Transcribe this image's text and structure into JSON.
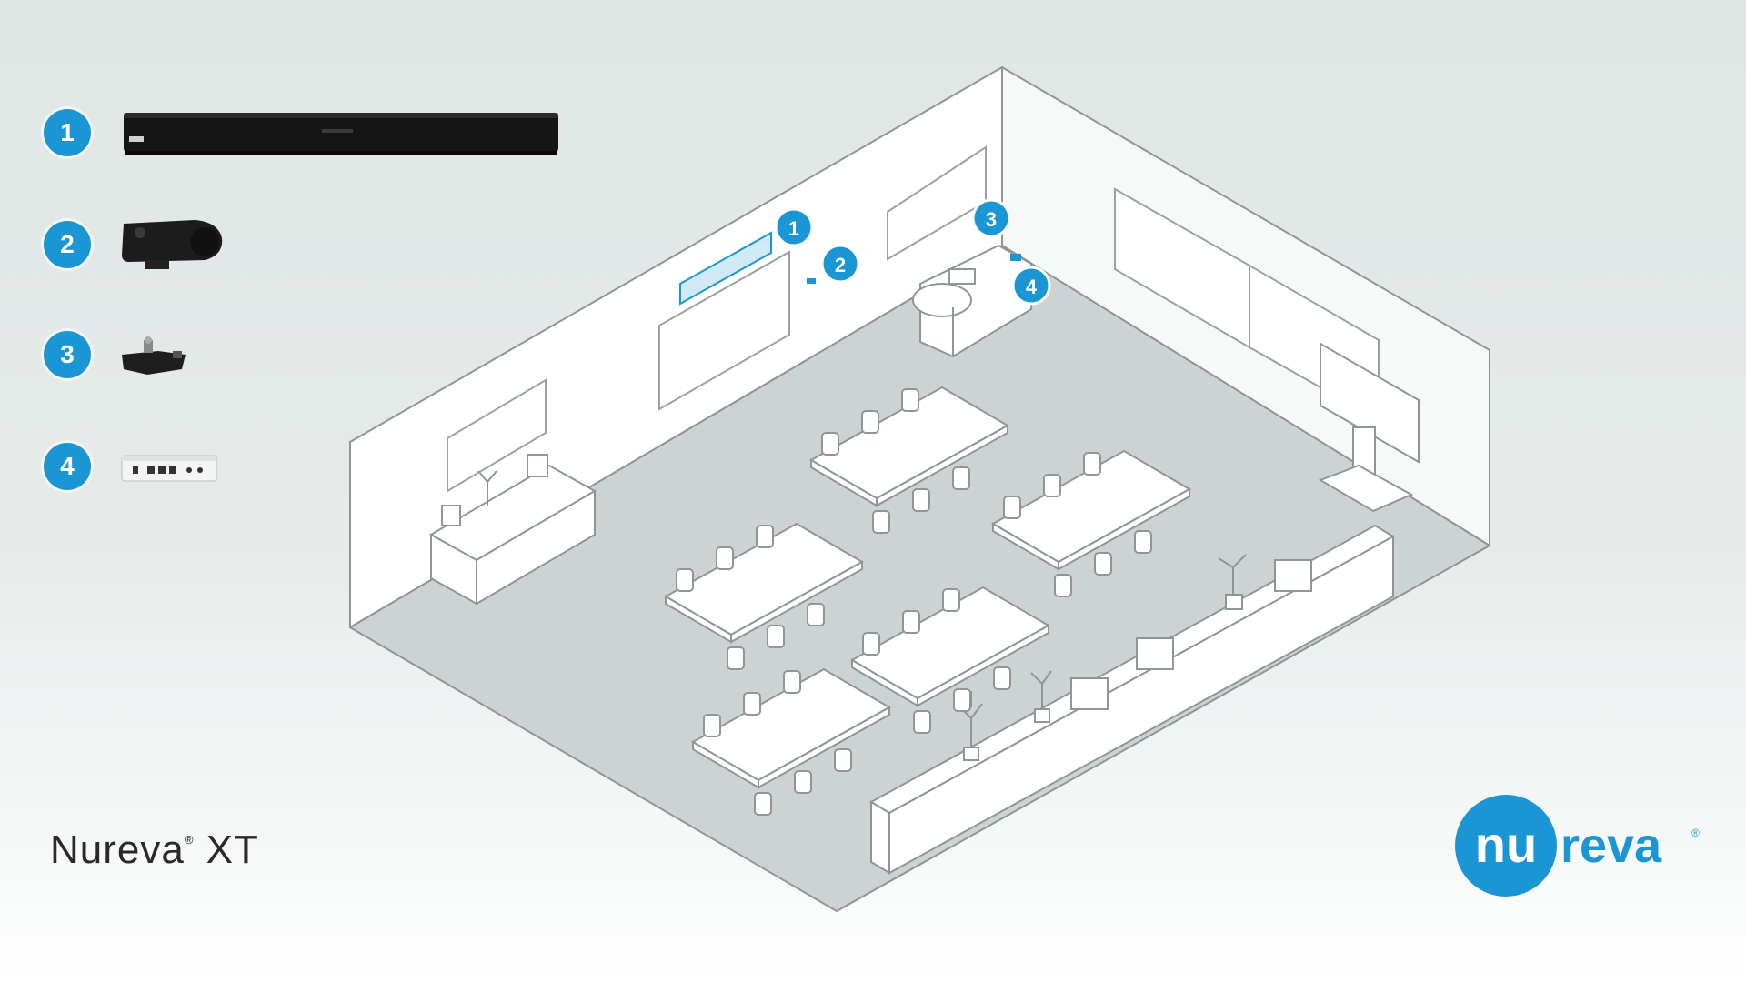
{
  "legend": [
    {
      "number": "1",
      "device": "audio-bar"
    },
    {
      "number": "2",
      "device": "camera"
    },
    {
      "number": "3",
      "device": "mount"
    },
    {
      "number": "4",
      "device": "connect-module"
    }
  ],
  "callouts": [
    "1",
    "2",
    "3",
    "4"
  ],
  "product": {
    "name": "Nureva",
    "mark": "®",
    "suffix": " XT"
  },
  "brand": {
    "nu": "nu",
    "reva": "reva",
    "mark": "®",
    "color": "#1a96d4"
  },
  "colors": {
    "accent": "#1a96d4",
    "floor": "#ccd3d2",
    "wall": "#ffffff",
    "outline": "#8e9796"
  }
}
